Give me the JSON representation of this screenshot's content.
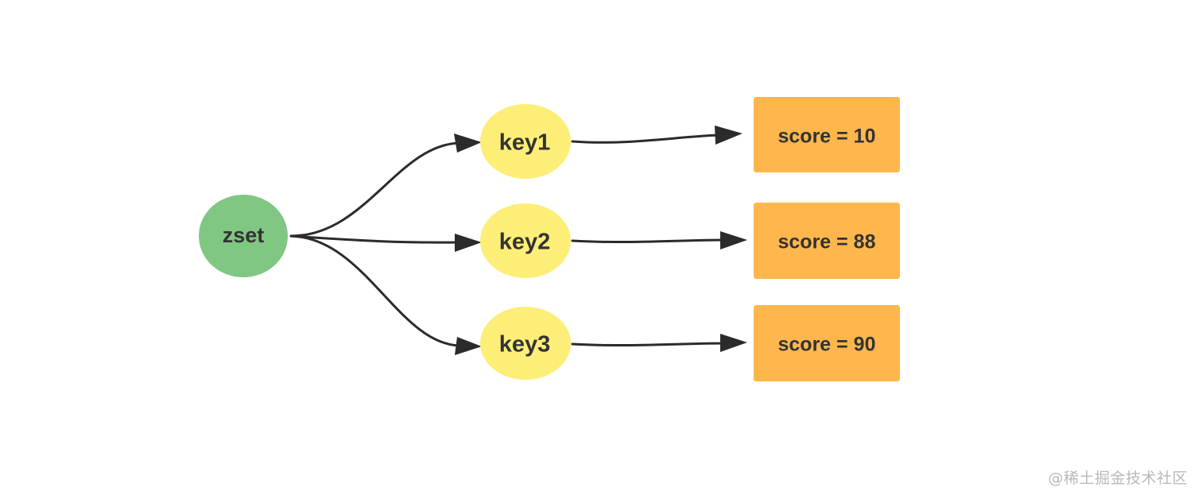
{
  "diagram": {
    "root": {
      "label": "zset",
      "color": "#80c783"
    },
    "keys": [
      {
        "label": "key1",
        "color": "#fdee78"
      },
      {
        "label": "key2",
        "color": "#fdee78"
      },
      {
        "label": "key3",
        "color": "#fdee78"
      }
    ],
    "scores": [
      {
        "label": "score = 10",
        "color": "#ffb74d"
      },
      {
        "label": "score = 88",
        "color": "#ffb74d"
      },
      {
        "label": "score = 90",
        "color": "#ffb74d"
      }
    ],
    "edge_color": "#2b2b2b"
  },
  "watermark": "@稀土掘金技术社区"
}
